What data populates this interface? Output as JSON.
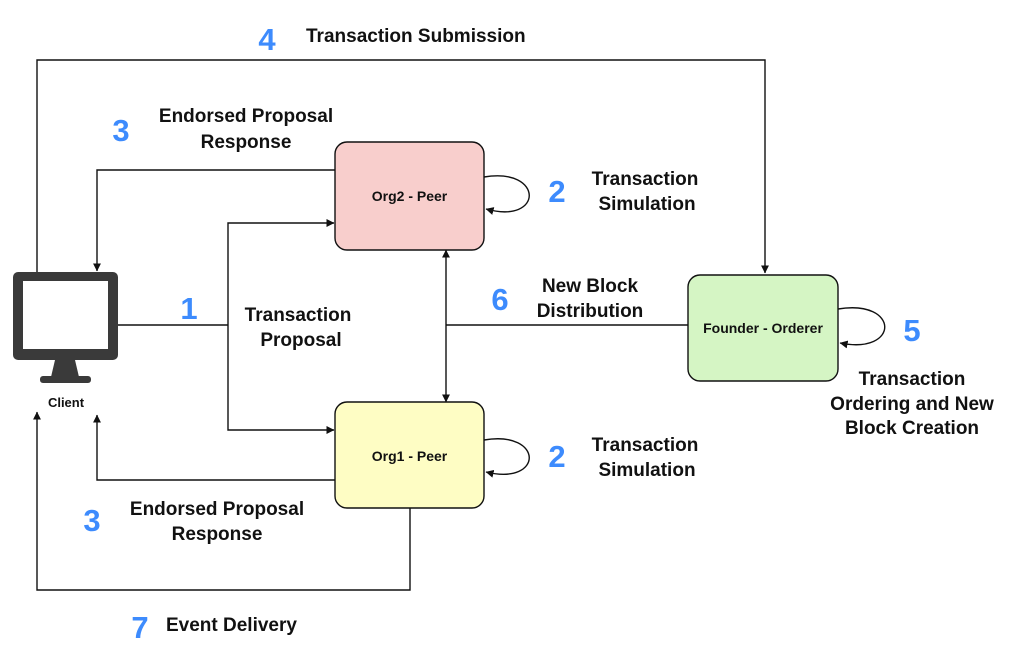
{
  "accent_color": "#3d8bfd",
  "nodes": {
    "client": {
      "label": "Client",
      "icon": "monitor-icon"
    },
    "org2_peer": {
      "label": "Org2 - Peer",
      "fill": "#f8cecc",
      "stroke": "#111111"
    },
    "org1_peer": {
      "label": "Org1 - Peer",
      "fill": "#fefdc4",
      "stroke": "#111111"
    },
    "orderer": {
      "label": "Founder - Orderer",
      "fill": "#d5f5c4",
      "stroke": "#111111"
    }
  },
  "steps": {
    "s1": {
      "num": "1",
      "line1": "Transaction",
      "line2": "Proposal"
    },
    "s2_org2": {
      "num": "2",
      "line1": "Transaction",
      "line2": "Simulation"
    },
    "s2_org1": {
      "num": "2",
      "line1": "Transaction",
      "line2": "Simulation"
    },
    "s3_top": {
      "num": "3",
      "line1": "Endorsed Proposal",
      "line2": "Response"
    },
    "s3_bottom": {
      "num": "3",
      "line1": "Endorsed Proposal",
      "line2": "Response"
    },
    "s4": {
      "num": "4",
      "line1": "Transaction Submission"
    },
    "s5": {
      "num": "5",
      "line1": "Transaction",
      "line2": "Ordering and New",
      "line3": "Block Creation"
    },
    "s6": {
      "num": "6",
      "line1": "New Block",
      "line2": "Distribution"
    },
    "s7": {
      "num": "7",
      "line1": "Event Delivery"
    }
  }
}
